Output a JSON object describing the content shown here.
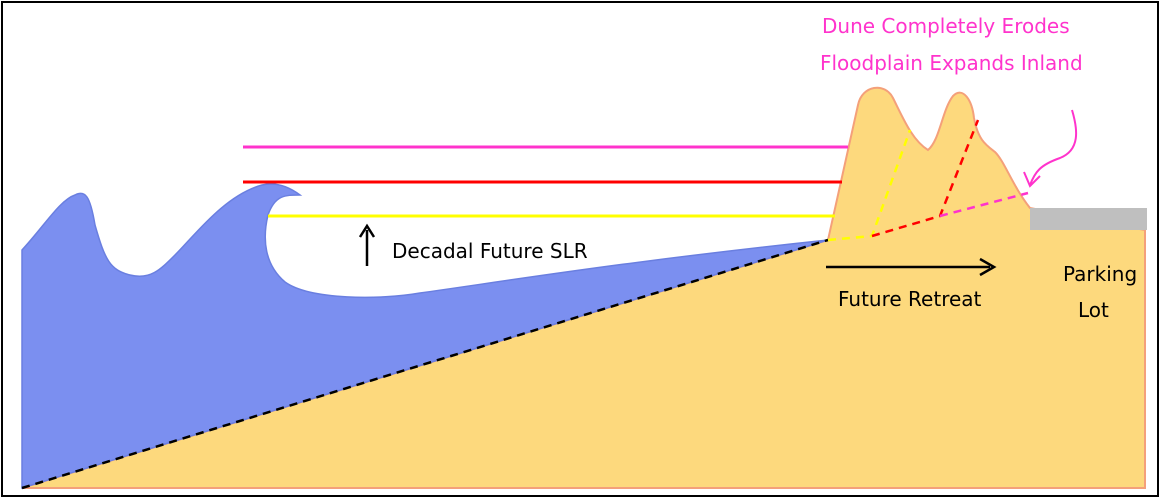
{
  "diagram": {
    "labels": {
      "dune_line1": "Dune Completely Erodes",
      "dune_line2": "Floodplain Expands Inland",
      "slr": "Decadal Future SLR",
      "retreat": "Future Retreat",
      "parking_line1": "Parking",
      "parking_line2": "Lot"
    },
    "colors": {
      "sand": "#fdd97d",
      "sand_outline": "#f4a07a",
      "water": "#7b8ff0",
      "water_outline": "#6a7fe0",
      "parking": "#bfbfbf",
      "line_top": "#ff33cc",
      "line_mid": "#ff0000",
      "line_low": "#ffff00",
      "label_pink": "#ff33cc",
      "frame": "#000000"
    }
  }
}
